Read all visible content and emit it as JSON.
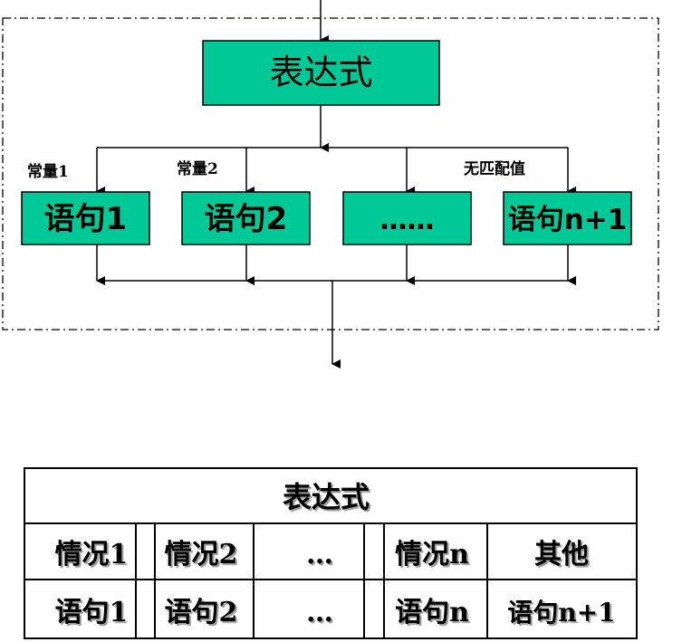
{
  "flowchart": {
    "expression": "表达式",
    "labels": {
      "const1": "常量1",
      "const2": "常量2",
      "no_match": "无匹配值"
    },
    "statements": {
      "s1": "语句1",
      "s2": "语句2",
      "ellipsis": "……",
      "sn1": "语句n+1"
    },
    "box_color": "#00c896"
  },
  "nsd_table": {
    "header": "表达式",
    "cases": [
      "情况1",
      "情况2",
      "…",
      "情况n",
      "其他"
    ],
    "statements": [
      "语句1",
      "语句2",
      "…",
      "语句n",
      "语句n+1"
    ]
  }
}
